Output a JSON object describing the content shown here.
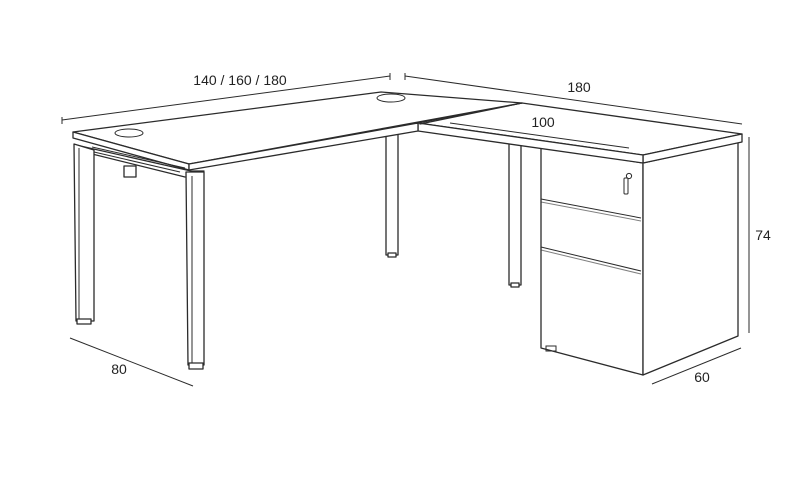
{
  "dimensions": {
    "main_desk_width": "140 / 160 / 180",
    "return_length": "180",
    "return_top_width": "100",
    "height": "74",
    "main_desk_depth": "80",
    "pedestal_depth": "60"
  },
  "colors": {
    "line": "#2b2b2b",
    "background": "#ffffff"
  }
}
